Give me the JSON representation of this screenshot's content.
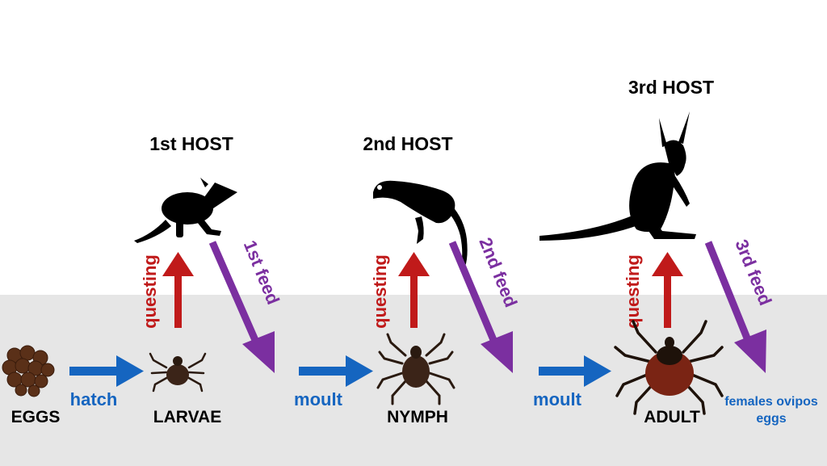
{
  "colors": {
    "ground": "#e6e6e6",
    "blue": "#1565c0",
    "red": "#c01a1a",
    "purple": "#7b2fa0",
    "tick_body": "#3b2418",
    "tick_adult": "#7a2414",
    "eggs": "#5a3018",
    "silhouette": "#000000"
  },
  "hosts": [
    {
      "label": "1st HOST",
      "icon": "bandicoot-silhouette-icon"
    },
    {
      "label": "2nd HOST",
      "icon": "rat-silhouette-icon"
    },
    {
      "label": "3rd HOST",
      "icon": "kangaroo-silhouette-icon"
    }
  ],
  "stages": [
    {
      "label": "EGGS",
      "icon": "egg-cluster-icon"
    },
    {
      "label": "LARVAE",
      "icon": "tick-larva-icon"
    },
    {
      "label": "NYMPH",
      "icon": "tick-nymph-icon"
    },
    {
      "label": "ADULT",
      "icon": "tick-adult-icon"
    }
  ],
  "transitions": {
    "hatch": "hatch",
    "moult_1": "moult",
    "moult_2": "moult",
    "ovipos_line1": "females ovipos",
    "ovipos_line2": "eggs"
  },
  "questing": [
    "questing",
    "questing",
    "questing"
  ],
  "feeds": [
    "1st feed",
    "2nd feed",
    "3rd feed"
  ]
}
